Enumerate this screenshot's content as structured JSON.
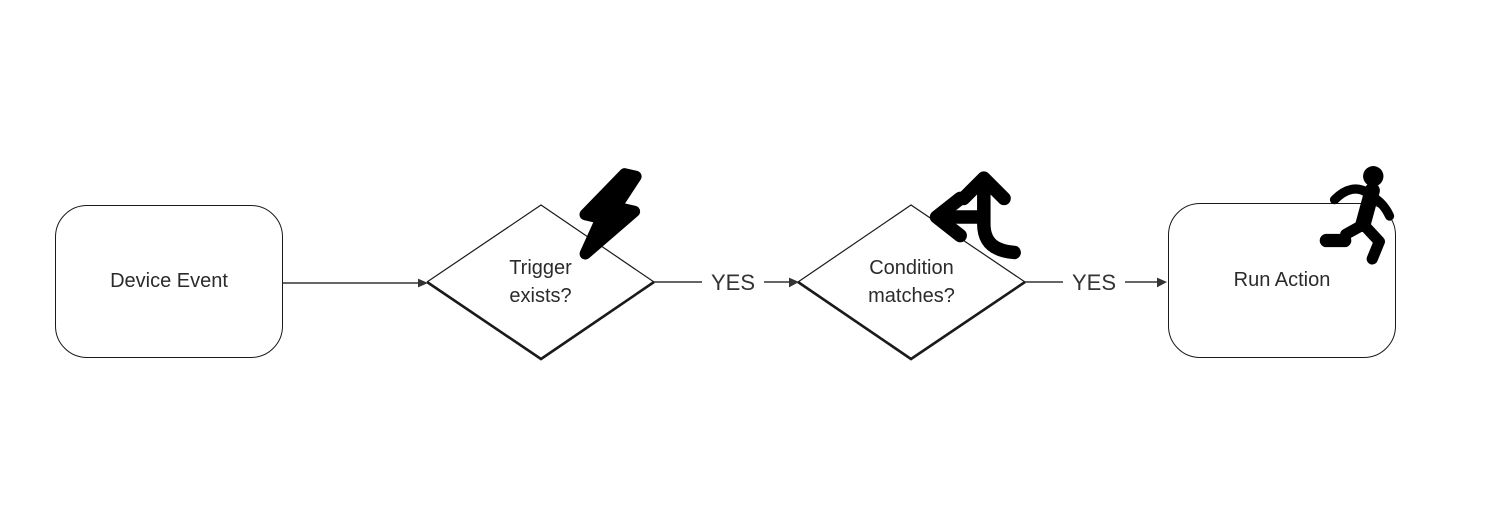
{
  "diagram": {
    "background_color": "#ffffff",
    "shape_stroke_color": "#1a1a1a",
    "line_color": "#333333",
    "text_color": "#2b2b2b",
    "icon_color": "#000000",
    "nodes": [
      {
        "id": "device-event",
        "shape": "rounded-rectangle",
        "label": "Device Event",
        "icon": ""
      },
      {
        "id": "trigger-exists",
        "shape": "diamond",
        "label": "Trigger exists?",
        "lines": [
          "Trigger",
          "exists?"
        ],
        "icon": "lightning-bolt-icon"
      },
      {
        "id": "condition-matches",
        "shape": "diamond",
        "label": "Condition matches?",
        "lines": [
          "Condition",
          "matches?"
        ],
        "icon": "directions-split-icon"
      },
      {
        "id": "run-action",
        "shape": "rounded-rectangle",
        "label": "Run Action",
        "icon": "running-person-icon"
      }
    ],
    "edges": [
      {
        "from": "device-event",
        "to": "trigger-exists",
        "label": ""
      },
      {
        "from": "trigger-exists",
        "to": "condition-matches",
        "label": "YES"
      },
      {
        "from": "condition-matches",
        "to": "run-action",
        "label": "YES"
      }
    ]
  }
}
